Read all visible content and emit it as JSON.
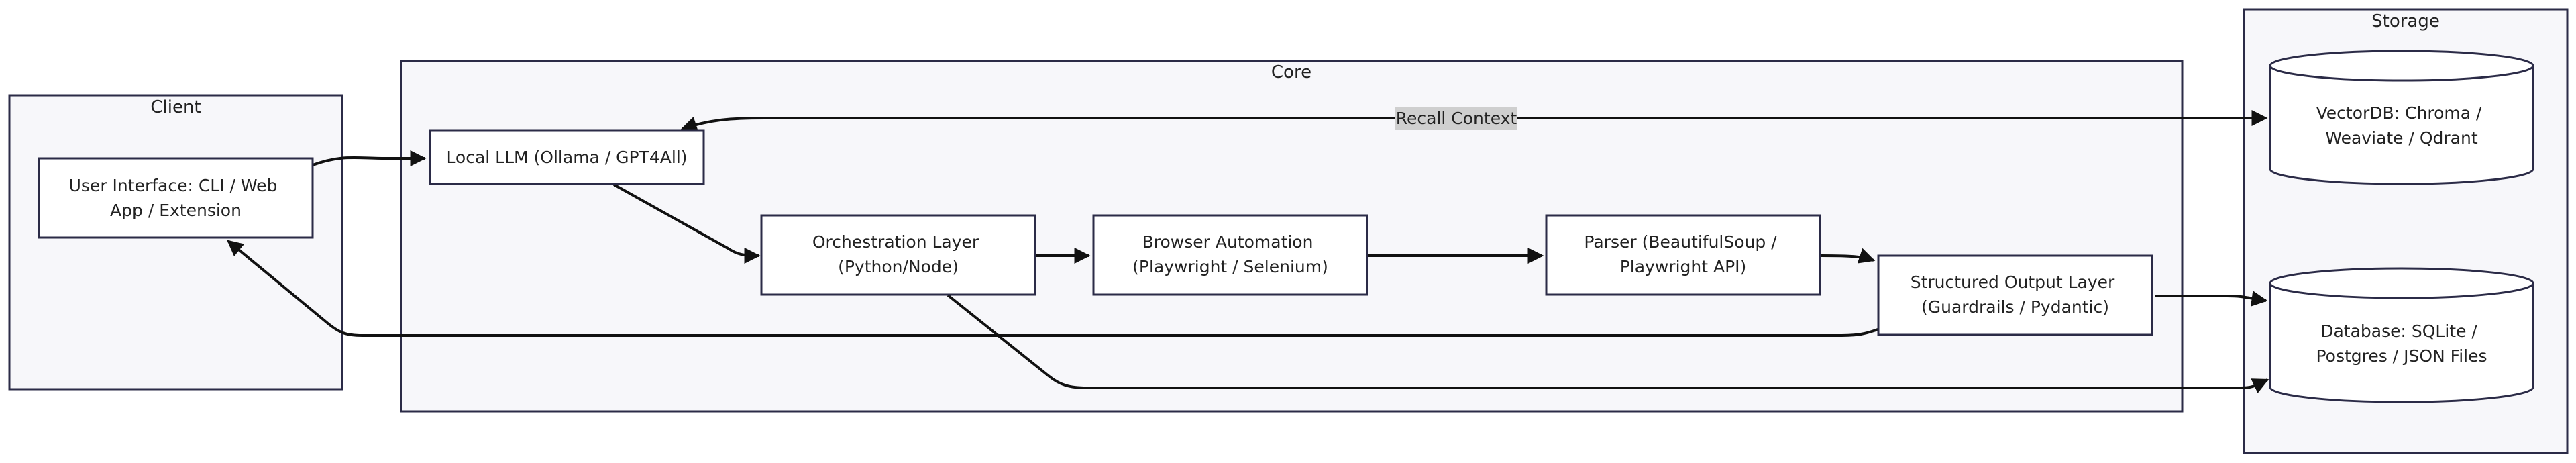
{
  "colors": {
    "cluster_fill": "#f7f7fa",
    "border": "#2b2b47",
    "node_fill": "#ffffff",
    "edge": "#111111",
    "edge_label_bg": "#cfcfcf"
  },
  "clusters": {
    "client": {
      "title": "Client"
    },
    "core": {
      "title": "Core"
    },
    "storage": {
      "title": "Storage"
    }
  },
  "nodes": {
    "user_interface": {
      "lines": [
        "User Interface: CLI / Web",
        "App / Extension"
      ]
    },
    "local_llm": {
      "lines": [
        "Local LLM (Ollama / GPT4All)"
      ]
    },
    "orchestration": {
      "lines": [
        "Orchestration Layer",
        "(Python/Node)"
      ]
    },
    "browser_automation": {
      "lines": [
        "Browser Automation",
        "(Playwright / Selenium)"
      ]
    },
    "parser": {
      "lines": [
        "Parser (BeautifulSoup /",
        "Playwright API)"
      ]
    },
    "structured_output": {
      "lines": [
        "Structured Output Layer",
        "(Guardrails / Pydantic)"
      ]
    },
    "vectordb": {
      "lines": [
        "VectorDB: Chroma /",
        "Weaviate / Qdrant"
      ]
    },
    "database": {
      "lines": [
        "Database: SQLite /",
        "Postgres / JSON Files"
      ]
    }
  },
  "edges": {
    "recall_context": {
      "label": "Recall Context"
    }
  }
}
